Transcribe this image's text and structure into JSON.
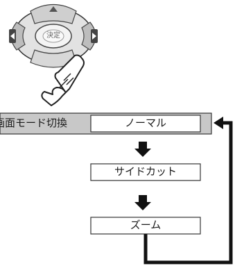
{
  "remote": {
    "center_button_label": "決定",
    "icons": [
      "dpad-up-icon",
      "dpad-left-icon",
      "dpad-right-icon",
      "pointing-hand-icon"
    ]
  },
  "flow": {
    "label": "画面モード切換",
    "steps": [
      "ノーマル",
      "サイドカット",
      "ズーム"
    ],
    "colors": {
      "header_band": "#c8c8c8",
      "arrow": "#111111",
      "border": "#333333"
    }
  }
}
